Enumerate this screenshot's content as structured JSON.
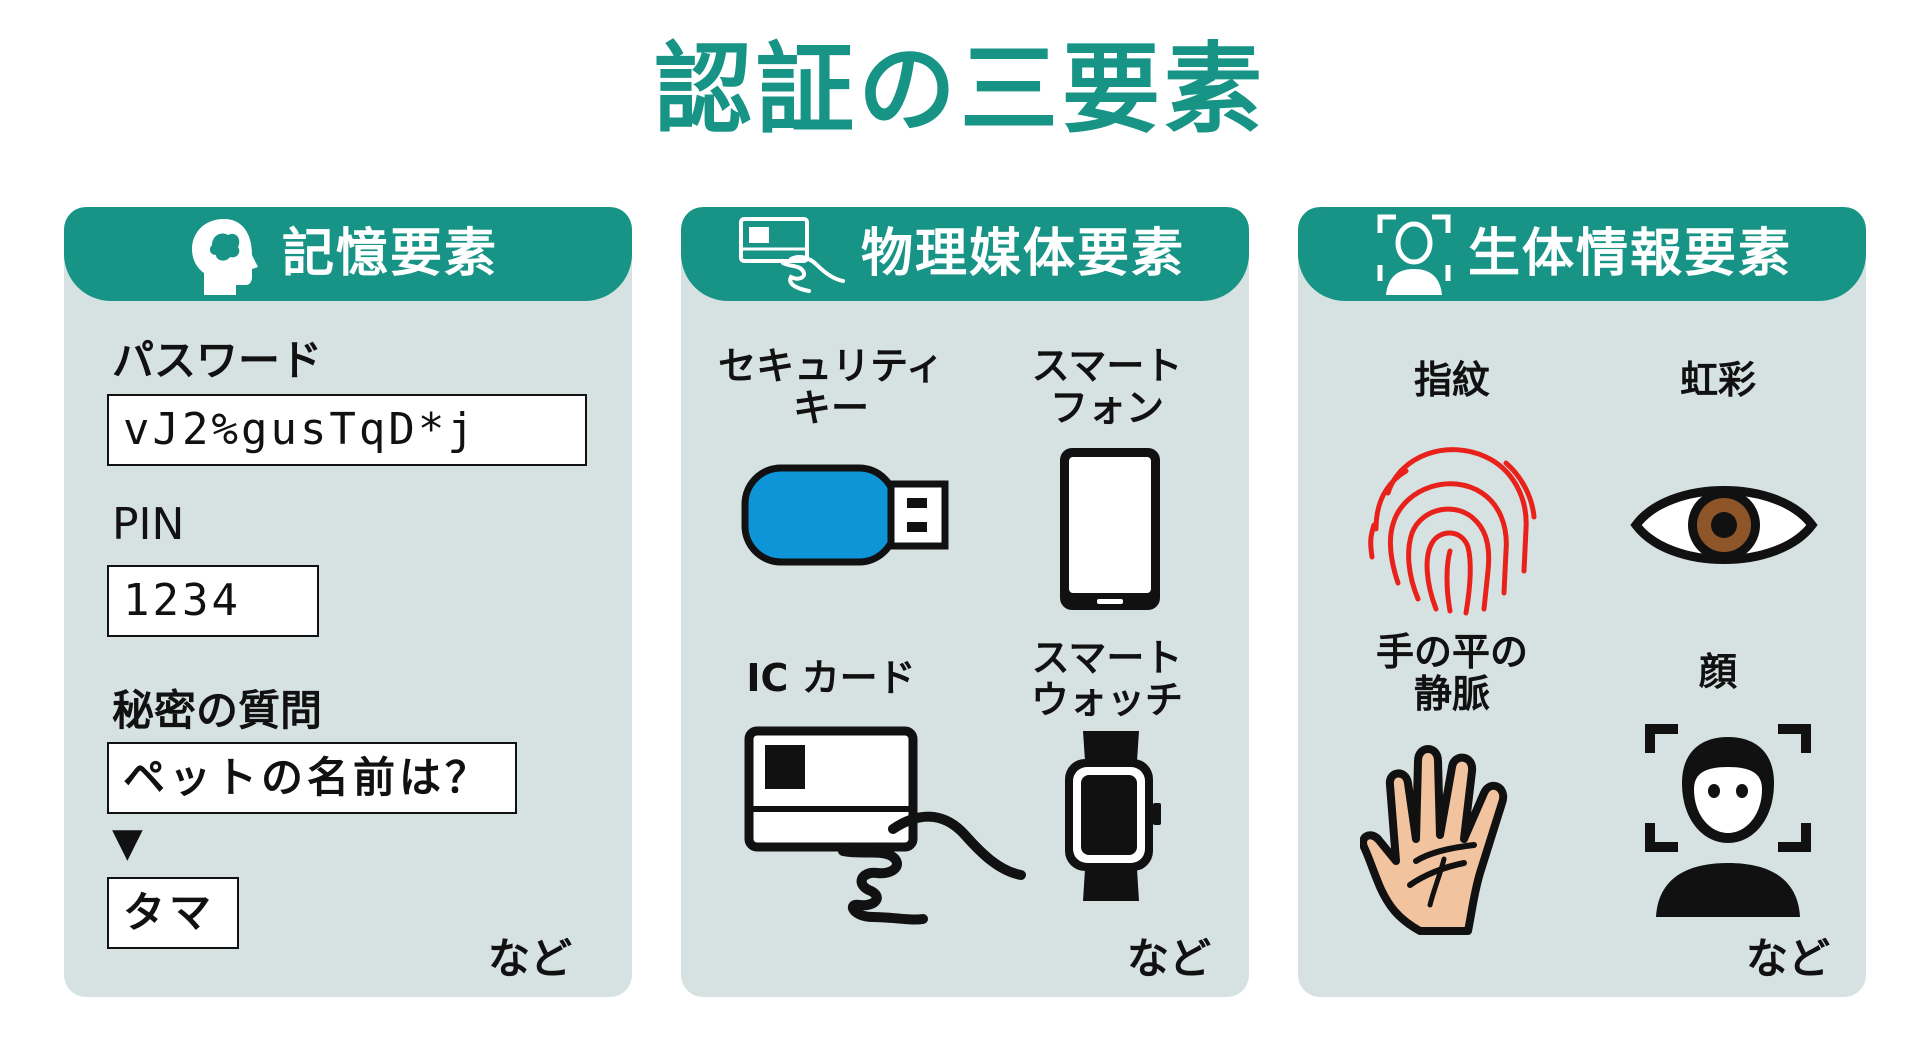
{
  "title": "認証の三要素",
  "colors": {
    "accent": "#179486",
    "panel_bg": "#d6e2e1"
  },
  "panels": [
    {
      "title": "記憶要素",
      "header_icon": "head-silhouette-icon",
      "fields": [
        {
          "label": "パスワード",
          "value": "vJ2%gusTqD*j"
        },
        {
          "label": "PIN",
          "value": "1234"
        },
        {
          "label": "秘密の質問",
          "question": "ペットの名前は？",
          "arrow": "▼",
          "answer": "タマ"
        }
      ],
      "etc": "など"
    },
    {
      "title": "物理媒体要素",
      "header_icon": "card-in-hand-icon",
      "items": [
        {
          "label": "セキュリティ\nキー",
          "icon": "usb-key-icon"
        },
        {
          "label": "スマート\nフォン",
          "icon": "smartphone-icon"
        },
        {
          "label": "IC カード",
          "icon": "ic-card-icon"
        },
        {
          "label": "スマート\nウォッチ",
          "icon": "smartwatch-icon"
        }
      ],
      "etc": "など"
    },
    {
      "title": "生体情報要素",
      "header_icon": "face-scan-icon",
      "items": [
        {
          "label": "指紋",
          "icon": "fingerprint-icon"
        },
        {
          "label": "虹彩",
          "icon": "eye-icon"
        },
        {
          "label": "手の平の\n静脈",
          "icon": "palm-icon"
        },
        {
          "label": "顔",
          "icon": "face-recognition-icon"
        }
      ],
      "etc": "など"
    }
  ]
}
